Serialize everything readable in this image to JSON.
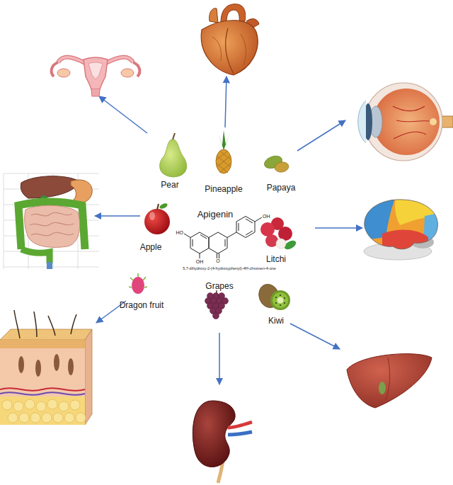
{
  "diagram": {
    "nodes": [
      {
        "text": [
          "Pear"
        ]
      },
      {
        "text": [
          "Pineapple"
        ]
      },
      {
        "text": [
          "Papaya"
        ]
      },
      {
        "text": [
          "Apple"
        ]
      },
      {
        "text": [
          "Apigenin",
          "5,7-dihydroxy-2-(4-hydroxyphenyl)-4H-chromen-4-one"
        ]
      },
      {
        "text": [
          "Litchi"
        ]
      },
      {
        "text": [
          "Dragon fruit"
        ]
      },
      {
        "text": [
          "Grapes"
        ]
      },
      {
        "text": [
          "Kiwi"
        ]
      }
    ],
    "labels": [
      "HO",
      "OH",
      "OH",
      "O"
    ]
  }
}
